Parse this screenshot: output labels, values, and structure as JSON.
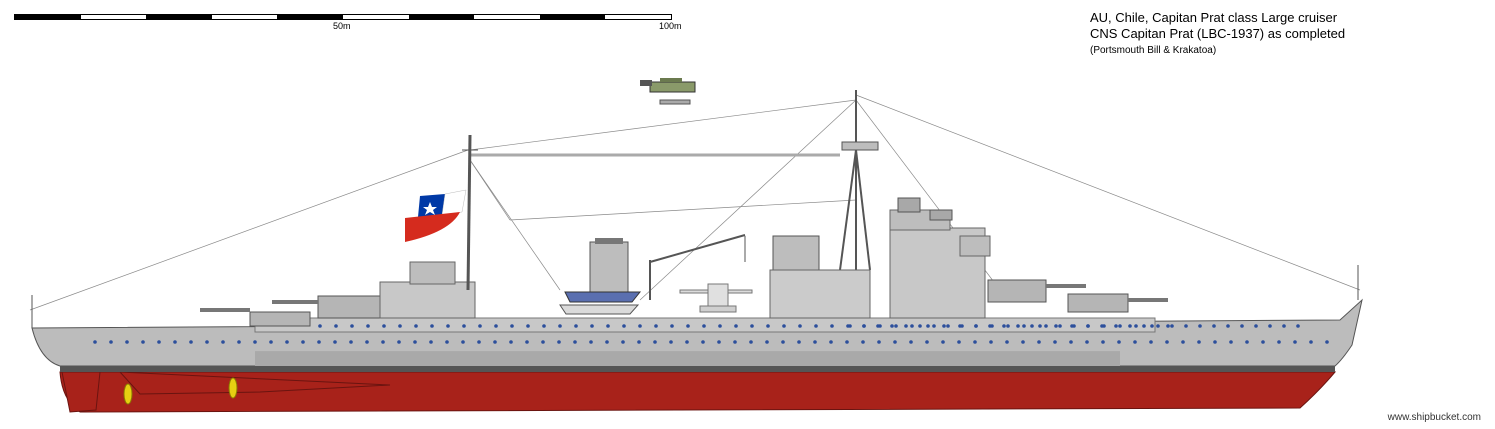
{
  "scale_bar": {
    "label_mid": "50m",
    "label_end": "100m",
    "segments": 10
  },
  "title": {
    "line1": "AU, Chile, Capitan Prat class Large cruiser",
    "line2": "CNS Capitan Prat (LBC-1937) as completed",
    "line3": "(Portsmouth Bill & Krakatoa)"
  },
  "credit": "www.shipbucket.com",
  "colors": {
    "hull_grey": "#bcbcbc",
    "superstructure_grey": "#c8c8c8",
    "dark_grey": "#6e6e6e",
    "antifouling_red": "#a8221a",
    "boot_line": "#555555",
    "porthole_blue": "#2c4f9c",
    "propeller_yellow": "#e6cf12",
    "flag_red": "#d52b1e",
    "flag_blue": "#0039a6"
  }
}
